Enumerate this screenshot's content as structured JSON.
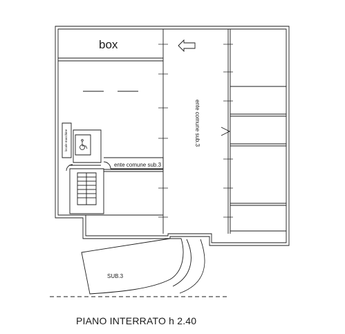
{
  "plan": {
    "title": "PIANO  INTERRATO   h 2.40",
    "box_label": "box",
    "corridor_label": "ente comune sub.3",
    "lobby_label": "ente comune sub.3",
    "ramp_label": "SUB.3",
    "stair_room_label": "locale macchine",
    "accessibility_symbol": "wheelchair-icon",
    "direction_symbol": "arrow-left-icon"
  }
}
